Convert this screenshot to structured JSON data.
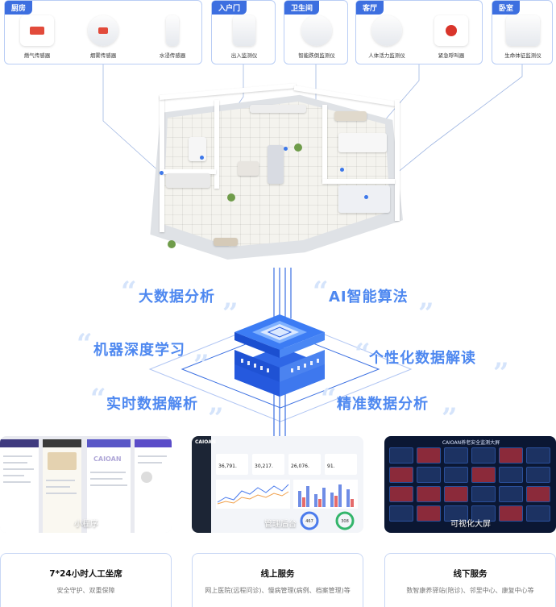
{
  "rooms": [
    {
      "tag": "厨房",
      "devices": [
        {
          "label": "燃气传感器",
          "icon": "gas-sensor-icon"
        },
        {
          "label": "烟雾传感器",
          "icon": "smoke-sensor-icon"
        },
        {
          "label": "水浸传感器",
          "icon": "water-sensor-icon"
        }
      ]
    },
    {
      "tag": "入户门",
      "devices": [
        {
          "label": "出入监测仪",
          "icon": "door-sensor-icon"
        }
      ]
    },
    {
      "tag": "卫生间",
      "devices": [
        {
          "label": "智能跌倒监测仪",
          "icon": "fall-detector-icon"
        }
      ]
    },
    {
      "tag": "客厅",
      "devices": [
        {
          "label": "人体活力监测仪",
          "icon": "motion-sensor-icon"
        },
        {
          "label": "紧急呼叫器",
          "icon": "emergency-button-icon"
        }
      ]
    },
    {
      "tag": "卧室",
      "devices": [
        {
          "label": "生命体征监测仪",
          "icon": "vital-signs-monitor-icon"
        }
      ]
    }
  ],
  "ai": {
    "features": [
      "大数据分析",
      "AI智能算法",
      "机器深度学习",
      "个性化数据解读",
      "实时数据解析",
      "精准数据分析"
    ]
  },
  "platforms": [
    {
      "caption": "小程序",
      "brand": "CAIOAN"
    },
    {
      "caption": "管理后台",
      "brand": "CAIOAN",
      "stats": [
        "36,791.",
        "30,217.",
        "26,076.",
        "91."
      ],
      "rings": [
        "467",
        "308"
      ]
    },
    {
      "caption": "可视化大屏",
      "screen_title": "CAIOAN养老安全监测大屏"
    }
  ],
  "services": [
    {
      "title": "7*24小时人工坐席",
      "desc": "安全守护、双重保障"
    },
    {
      "title": "线上服务",
      "desc": "网上医院(远程问诊)、慢病管理(病例、档案管理)等"
    },
    {
      "title": "线下服务",
      "desc": "数智康养驿站(陪诊)、邻里中心、康复中心等"
    }
  ],
  "colors": {
    "accent": "#3d6fe0",
    "ai_text": "#4e88f0",
    "border": "#b9cdf5",
    "dark_screen": "#0b1733",
    "red_tile": "#8b2a3a"
  }
}
